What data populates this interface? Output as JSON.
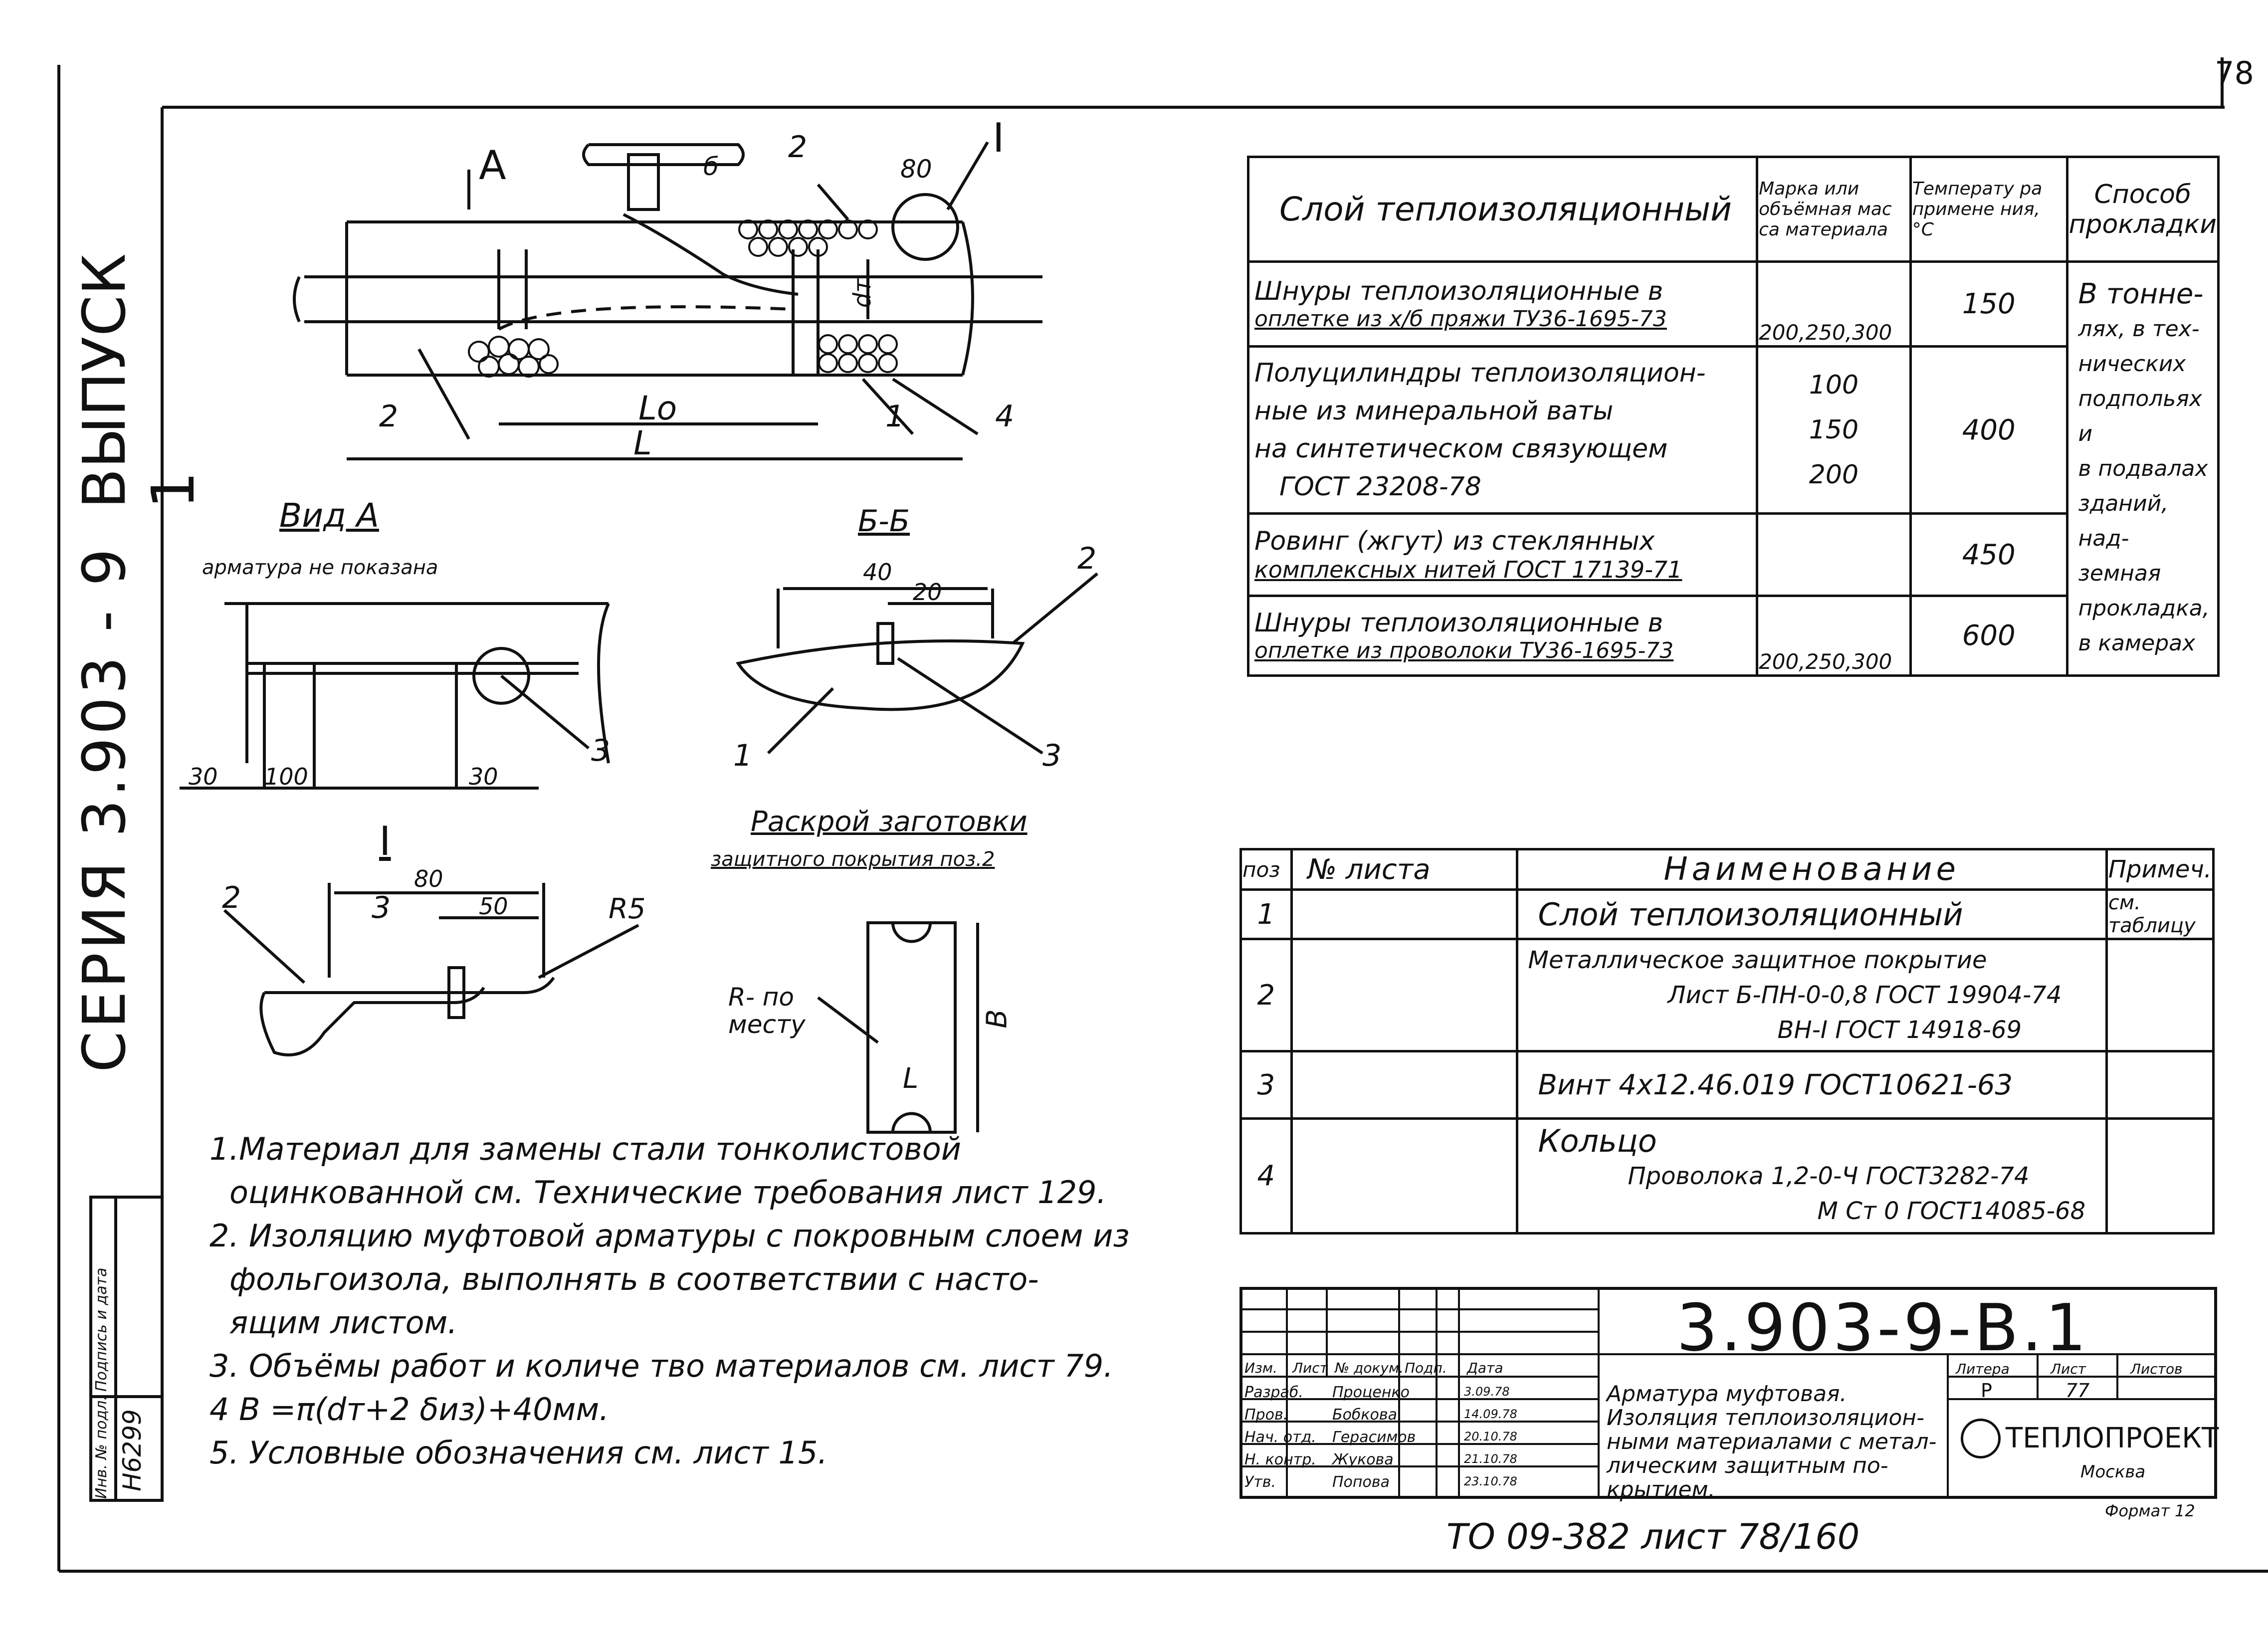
{
  "page_number": "78",
  "left_margin": {
    "series": "СЕРИЯ  3.903 - 9",
    "issue": "ВЫПУСК 1",
    "stamp_labels": [
      "Инв. № подл.",
      "Подпись и дата"
    ],
    "inventory_number": "Н6299"
  },
  "main_drawing": {
    "view_label": "А",
    "labels": [
      "2",
      "I",
      "80",
      "б",
      "dт",
      "Lo",
      "L",
      "2",
      "1",
      "4"
    ]
  },
  "view_a": {
    "title": "Вид А",
    "subtitle": "арматура не показана",
    "dims": [
      "30",
      "100",
      "30"
    ],
    "callout": "3"
  },
  "section_bb": {
    "title": "Б-Б",
    "dims": [
      "40",
      "20"
    ],
    "callouts": [
      "2",
      "1",
      "3"
    ]
  },
  "detail_i": {
    "title": "I",
    "dims": [
      "80",
      "50"
    ],
    "callouts": [
      "2",
      "3",
      "R5"
    ]
  },
  "blank_cut": {
    "title": "Раскрой заготовки",
    "subtitle": "защитного покрытия поз.2",
    "r_label_1": "R- по",
    "r_label_2": "месту",
    "dim_b": "В",
    "dim_l": "L"
  },
  "notes": [
    "1.Материал для замены стали тонколистовой",
    "оцинкованной см. Технические требования лист 129.",
    "2. Изоляцию муфтовой арматуры с покровным слоем из",
    "фольгоизола, выполнять в соответствии с насто-",
    "ящим листом.",
    "3. Объёмы работ и количе тво материалов см. лист 79.",
    "4  В =π(dт+2 δиз)+40мм.",
    "5. Условные обозначения см. лист 15."
  ],
  "materials_table": {
    "headers": [
      "Слой теплоизоляционный",
      "Марка или объёмная мас са материала",
      "Температу ра примене ния, °С",
      "Способ прокладки"
    ],
    "rows": [
      {
        "name": [
          "Шнуры теплоизоляционные в",
          "оплетке из х/б пряжи ТУ36-1695-73"
        ],
        "grade": [
          "200,250,300"
        ],
        "temp": "150"
      },
      {
        "name": [
          "Полуцилиндры теплоизоляцион-",
          "ные из минеральной ваты",
          "на синтетическом связующем",
          "ГОСТ 23208-78"
        ],
        "grade": [
          "100",
          "150",
          "200"
        ],
        "temp": "400"
      },
      {
        "name": [
          "Ровинг (жгут) из стеклянных",
          "комплексных нитей ГОСТ 17139-71"
        ],
        "grade": [
          ""
        ],
        "temp": "450"
      },
      {
        "name": [
          "Шнуры теплоизоляционные в",
          "оплетке из проволоки ТУ36-1695-73"
        ],
        "grade": [
          "200,250,300"
        ],
        "temp": "600"
      }
    ],
    "method": [
      "В тонне-",
      "лях, в тех-",
      "нических",
      "подпольях и",
      "в подвалах",
      "зданий, над-",
      "земная",
      "прокладка,",
      "в камерах"
    ]
  },
  "spec_table": {
    "headers": [
      "поз",
      "№ листа",
      "Наименование",
      "Примеч."
    ],
    "rows": [
      {
        "pos": "1",
        "sheet": "",
        "name": [
          "Слой   теплоизоляционный"
        ],
        "note": "см. таблицу"
      },
      {
        "pos": "2",
        "sheet": "",
        "name": [
          "Металлическое защитное покрытие",
          "Лист  Б-ПН-0-0,8 ГОСТ 19904-74",
          "ВН-I  ГОСТ 14918-69"
        ],
        "note": ""
      },
      {
        "pos": "3",
        "sheet": "",
        "name": [
          "Винт 4х12.46.019 ГОСТ10621-63"
        ],
        "note": ""
      },
      {
        "pos": "4",
        "sheet": "",
        "name": [
          "Кольцо",
          "Проволока 1,2-0-Ч ГОСТ3282-74",
          "М Ст 0 ГОСТ14085-68"
        ],
        "note": ""
      }
    ]
  },
  "title_block": {
    "code": "3.903-9-В.1",
    "col_headers": [
      "Изм.",
      "Лист",
      "№ докум.",
      "Подп.",
      "Дата"
    ],
    "roles": [
      "Разраб.",
      "Пров.",
      "Нач. отд.",
      "Н. контр.",
      "Утв."
    ],
    "names": [
      "Проценко",
      "Бобкова",
      "Герасимов",
      "Жукова",
      "Попова"
    ],
    "dates": [
      "3.09.78",
      "14.09.78",
      "20.10.78",
      "21.10.78",
      "23.10.78"
    ],
    "description": [
      "Арматура муфтовая.",
      "Изоляция теплоизоляцион-",
      "ными материалами с метал-",
      "лическим защитным по-",
      "крытием."
    ],
    "stage_headers": [
      "Литера",
      "Лист",
      "Листов"
    ],
    "stage": "Р",
    "sheet": "77",
    "org": "ТЕПЛОПРОЕКТ",
    "city": "Москва",
    "format": "Формат 12"
  },
  "footer": "ТО 09-382  лист 78/160"
}
